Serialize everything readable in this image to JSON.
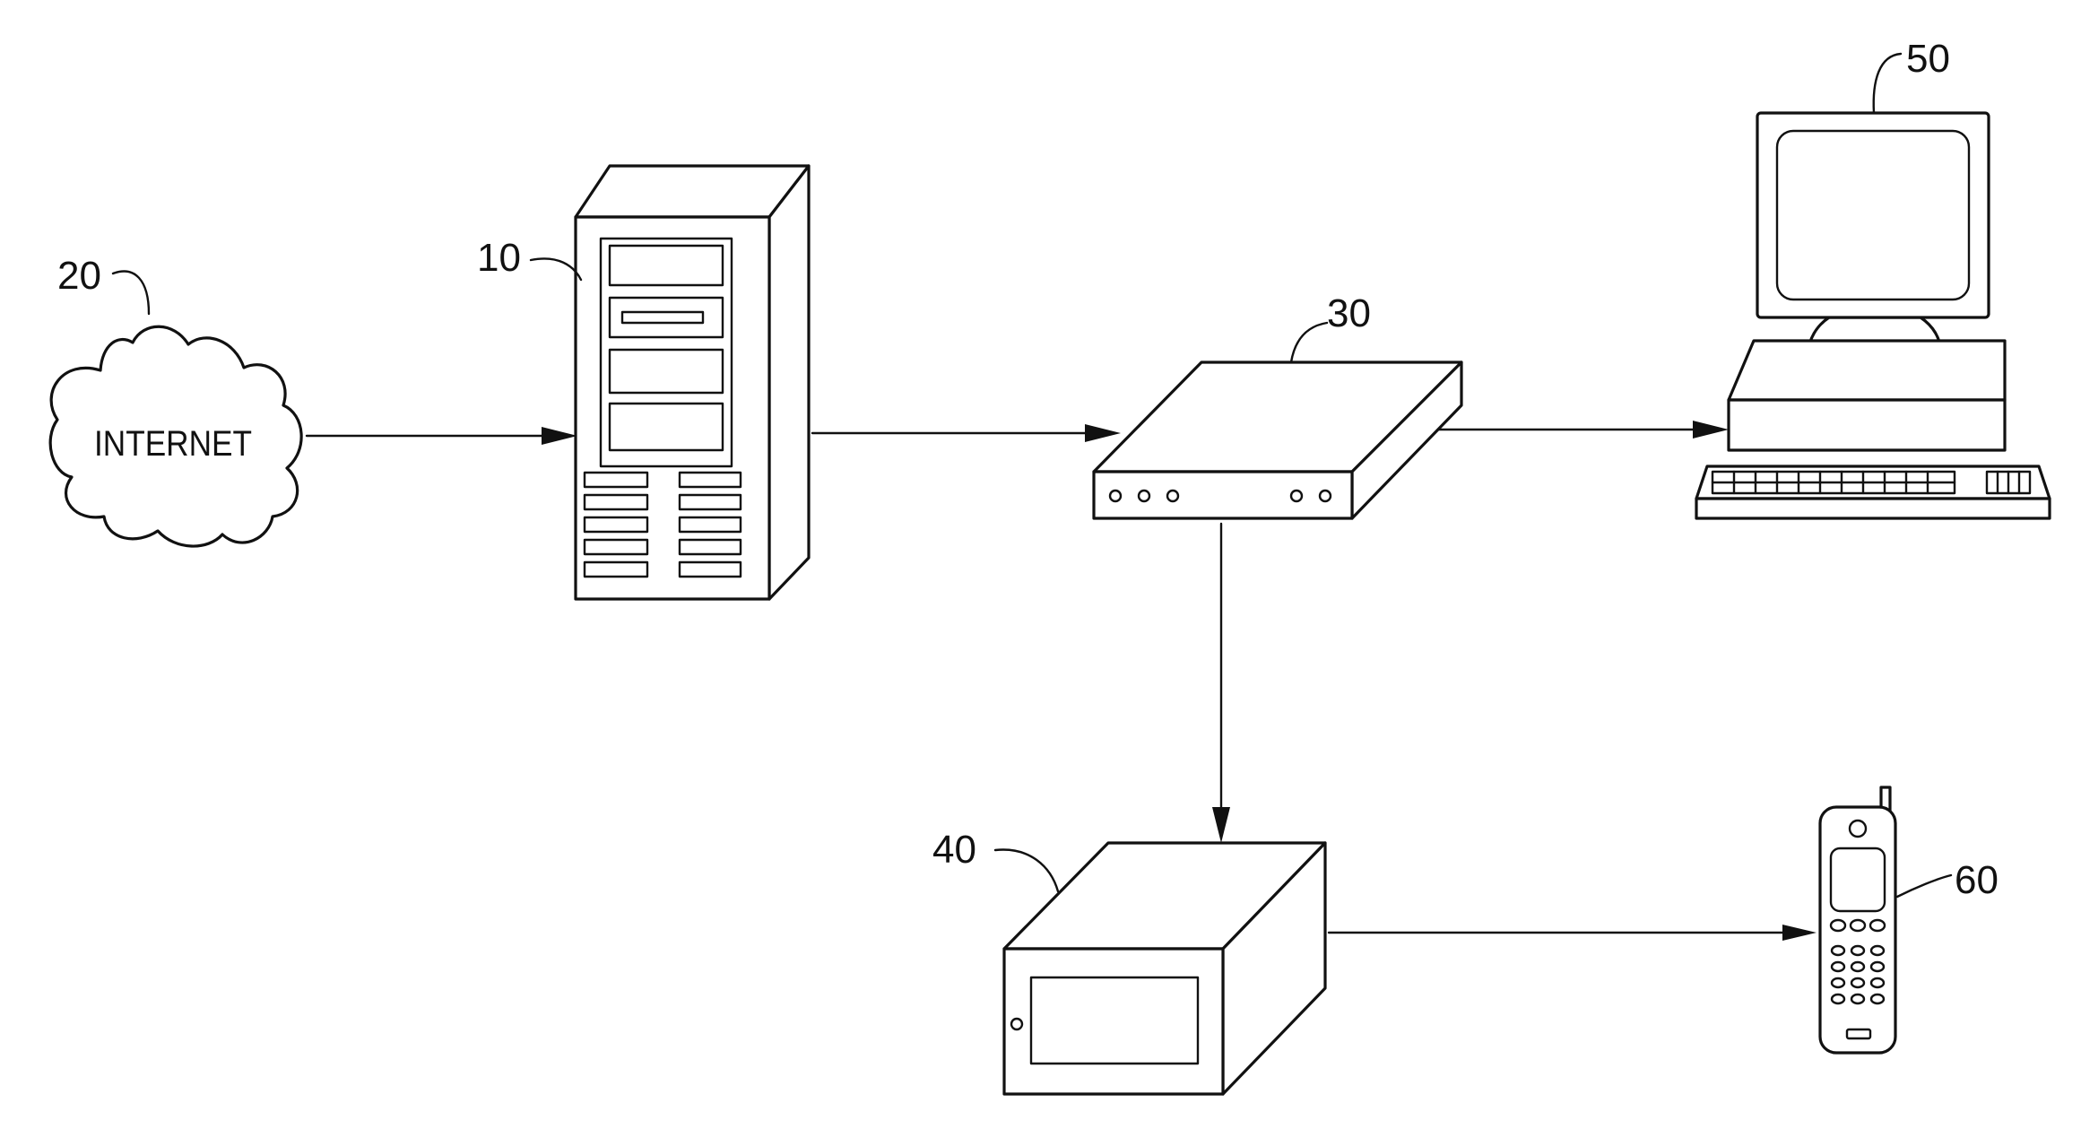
{
  "diagram": {
    "nodes": {
      "internet": {
        "ref": "20",
        "label": "INTERNET",
        "icon": "cloud-icon"
      },
      "server": {
        "ref": "10",
        "icon": "server-tower-icon"
      },
      "router": {
        "ref": "30",
        "icon": "router-icon"
      },
      "set_top_box": {
        "ref": "40",
        "icon": "set-top-box-icon"
      },
      "computer": {
        "ref": "50",
        "icon": "desktop-computer-icon"
      },
      "phone": {
        "ref": "60",
        "icon": "mobile-phone-icon"
      }
    },
    "edges": [
      {
        "from": "internet",
        "to": "server"
      },
      {
        "from": "server",
        "to": "router"
      },
      {
        "from": "router",
        "to": "computer"
      },
      {
        "from": "router",
        "to": "set_top_box"
      },
      {
        "from": "set_top_box",
        "to": "phone"
      }
    ],
    "colors": {
      "ink": "#111111",
      "paper": "#ffffff"
    }
  }
}
